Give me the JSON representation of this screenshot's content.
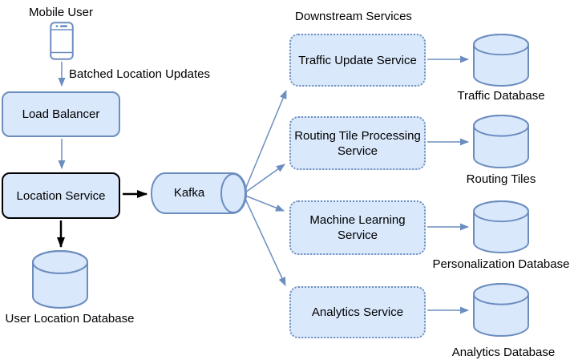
{
  "colors": {
    "node_fill": "#dae8fc",
    "node_stroke": "#6c8ebf",
    "black_stroke": "#000000"
  },
  "labels": {
    "mobile_user": "Mobile User",
    "batched_updates": "Batched Location Updates",
    "downstream_services": "Downstream Services"
  },
  "nodes": {
    "load_balancer": "Load Balancer",
    "location_service": "Location Service",
    "kafka": "Kafka",
    "user_location_database": "User Location Database"
  },
  "services": [
    {
      "label": "Traffic Update Service",
      "database": "Traffic Database"
    },
    {
      "label": "Routing Tile Processing Service",
      "database": "Routing Tiles"
    },
    {
      "label": "Machine Learning Service",
      "database": "Personalization Database"
    },
    {
      "label": "Analytics Service",
      "database": "Analytics Database"
    }
  ],
  "icons": {
    "mobile_phone": "mobile-phone-icon",
    "database": "database-cylinder-icon",
    "kafka_queue": "horizontal-cylinder-queue-icon"
  }
}
